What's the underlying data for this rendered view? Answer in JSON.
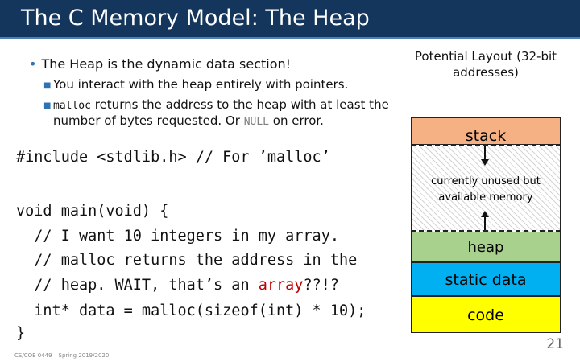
{
  "slide": {
    "title": "The C Memory Model: The Heap",
    "footer": "CS/COE 0449 – Spring 2019/2020",
    "page_number": "21"
  },
  "bullets": {
    "main": "The Heap is the dynamic data section!",
    "sub1": "You interact with the heap entirely with pointers.",
    "sub2_code": "malloc",
    "sub2_text": " returns the address to the heap with at least the number of bytes requested. Or ",
    "sub2_null": "NULL",
    "sub2_end": " on error."
  },
  "code": {
    "include_line": "#include <stdlib.h> // For ’malloc’",
    "main_line": "void main(void) {",
    "comment1": "  // I want 10 integers in my array.",
    "comment2": "  // malloc returns the address in the",
    "comment3_a": "  // heap. WAIT, that’s an ",
    "comment3_red": "array",
    "comment3_b": "??!?",
    "alloc_line": "  int* data = malloc(sizeof(int) * 10);",
    "close_brace": "}"
  },
  "memory_layout": {
    "title": "Potential Layout (32-bit addresses)",
    "regions": {
      "stack": "stack",
      "unused": "currently unused but available memory",
      "heap": "heap",
      "static": "static data",
      "code": "code"
    },
    "colors": {
      "stack": "#f5b183",
      "heap": "#a9d18e",
      "static": "#00b0f0",
      "code": "#ffff00"
    }
  },
  "colors": {
    "title_bar": "#14365c",
    "accent": "#2e74b5",
    "highlight": "#c00000"
  }
}
